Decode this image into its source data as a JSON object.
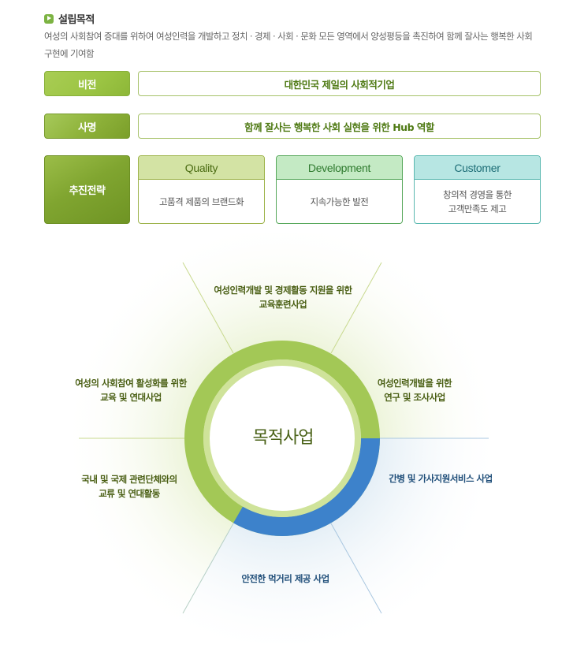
{
  "purpose": {
    "title": "설립목적",
    "text": "여성의 사회참여 증대를 위하여 여성인력을 개발하고 정치 · 경제 · 사회 · 문화 모든 영역에서 양성평등을 촉진하여 함께 잘사는 행복한 사회 구현에 기여함"
  },
  "vision": {
    "label": "비전",
    "text": "대한민국 제일의 사회적기업"
  },
  "mission": {
    "label": "사명",
    "text": "함께 잘사는 행복한 사회 실현을 위한 Hub 역할"
  },
  "strategy": {
    "label": "추진전략",
    "items": [
      {
        "title": "Quality",
        "text": "고품격 제품의 브랜드화"
      },
      {
        "title": "Development",
        "text": "지속가능한 발전"
      },
      {
        "title": "Customer",
        "text": "창의적 경영을 통한\n고객만족도 제고"
      }
    ]
  },
  "business": {
    "center": "목적사업",
    "items": [
      {
        "text": "여성인력개발 및 경제활동 지원을 위한\n교육훈련사업"
      },
      {
        "text": "여성인력개발을 위한\n연구 및 조사사업"
      },
      {
        "text": "간병 및 가사지원서비스 사업"
      },
      {
        "text": "안전한 먹거리 제공 사업"
      },
      {
        "text": "국내 및 국제 관련단체와의\n교류 및 연대활동"
      },
      {
        "text": "여성의 사회참여 활성화를 위한\n교육 및 연대사업"
      }
    ]
  },
  "colors": {
    "green": "#a3c856",
    "light_green": "#cfe39a",
    "blue": "#3d82cb",
    "text_green": "#4a5f14",
    "text_blue": "#1f4e79"
  }
}
